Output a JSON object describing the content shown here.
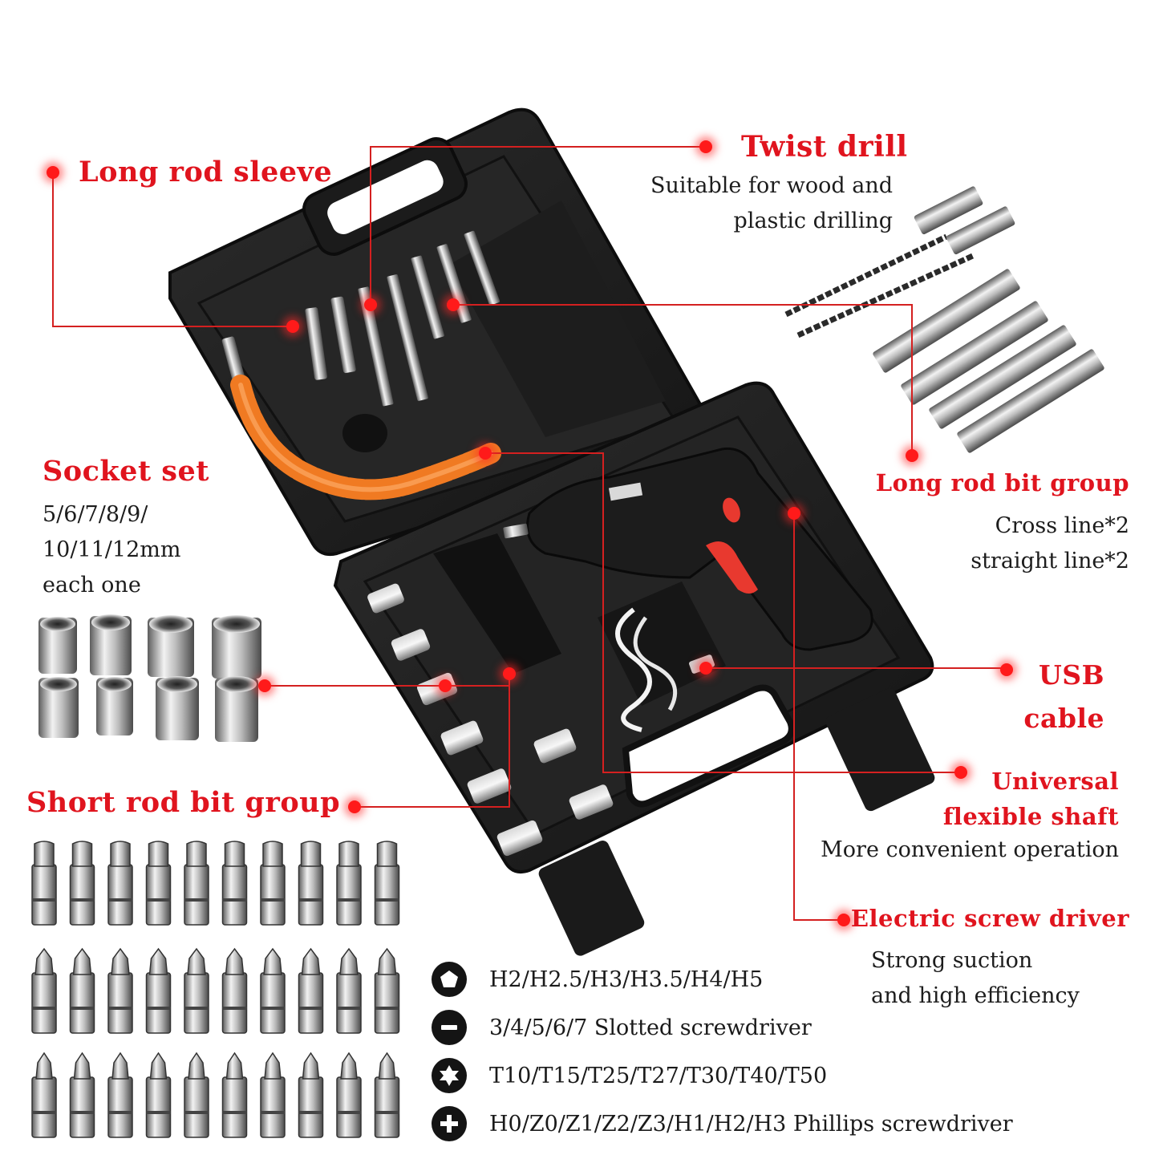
{
  "colors": {
    "accent": "#e0141e",
    "case": "#1e1e1e",
    "flex_shaft": "#f07a22",
    "trigger": "#e8392f"
  },
  "labels": {
    "long_rod_sleeve": "Long rod sleeve",
    "twist_drill": "Twist drill",
    "twist_drill_desc": [
      "Suitable for wood and",
      "plastic drilling"
    ],
    "socket_set": "Socket set",
    "socket_set_desc": [
      "5/6/7/8/9/",
      "10/11/12mm",
      "each one"
    ],
    "long_rod_bit_group": "Long rod bit group",
    "long_rod_bit_desc": [
      "Cross line*2",
      "straight line*2"
    ],
    "usb_cable": [
      "USB",
      "cable"
    ],
    "flex_shaft": [
      "Universal",
      "flexible shaft"
    ],
    "flex_shaft_desc": "More convenient operation",
    "short_rod_bit_group": "Short rod bit group",
    "electric_screw_driver": "Electric screw driver",
    "electric_screw_driver_desc": [
      "Strong suction",
      "and high efficiency"
    ]
  },
  "specs": [
    {
      "icon": "pentagon-icon",
      "text": "H2/H2.5/H3/H3.5/H4/H5"
    },
    {
      "icon": "minus-icon",
      "text": "3/4/5/6/7  Slotted screwdriver"
    },
    {
      "icon": "star-icon",
      "text": "T10/T15/T25/T27/T30/T40/T50"
    },
    {
      "icon": "plus-icon",
      "text": "H0/Z0/Z1/Z2/Z3/H1/H2/H3 Phillips screwdriver"
    }
  ]
}
